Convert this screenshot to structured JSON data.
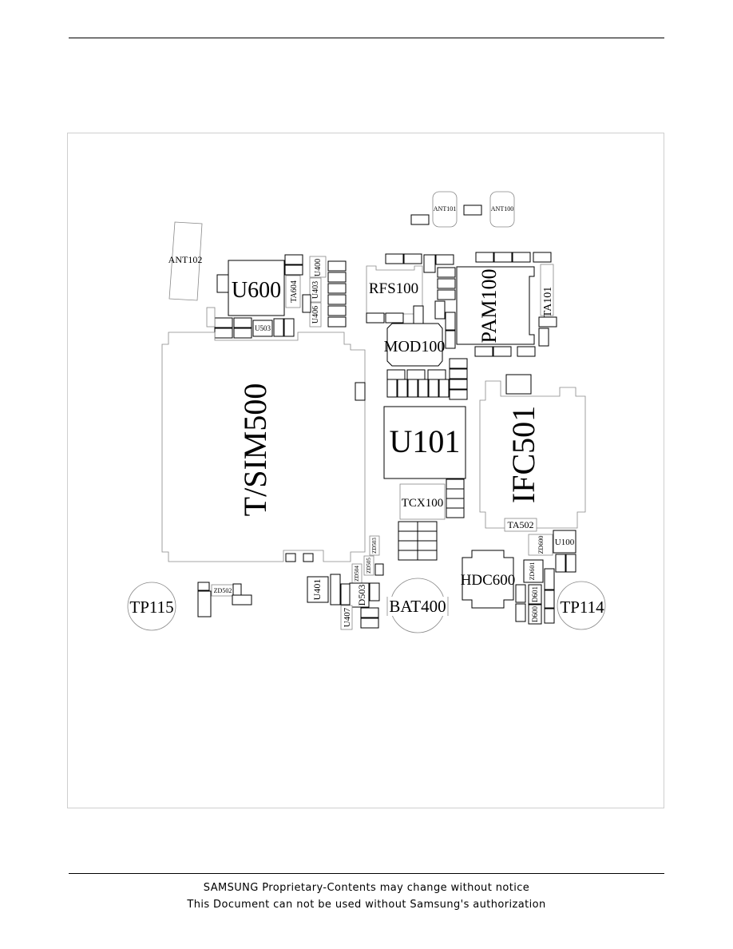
{
  "labels": {
    "ant101": "ANT101",
    "ant100": "ANT100",
    "ant102": "ANT102",
    "u600": "U600",
    "ta604": "TA604",
    "u403": "U403",
    "u400": "U400",
    "u406": "U406",
    "u503": "U503",
    "rfs100": "RFS100",
    "pam100": "PAM100",
    "ta101": "TA101",
    "mod100": "MOD100",
    "tsim500": "T/SIM500",
    "u101": "U101",
    "ifc501": "IFC501",
    "tcx100": "TCX100",
    "ta502": "TA502",
    "zd503": "ZD503",
    "zd504": "ZD504",
    "zd505": "ZD505",
    "zd502": "ZD502",
    "zd600": "ZD600",
    "zd601": "ZD601",
    "u100": "U100",
    "u401": "U401",
    "d503": "D503",
    "u407": "U407",
    "bat400": "BAT400",
    "hdc600": "HDC600",
    "d600": "D600",
    "d601": "D601",
    "tp115": "TP115",
    "tp114": "TP114"
  },
  "footer": {
    "line1": "SAMSUNG Proprietary-Contents may change without notice",
    "line2": "This Document can not be used without Samsung's authorization"
  }
}
